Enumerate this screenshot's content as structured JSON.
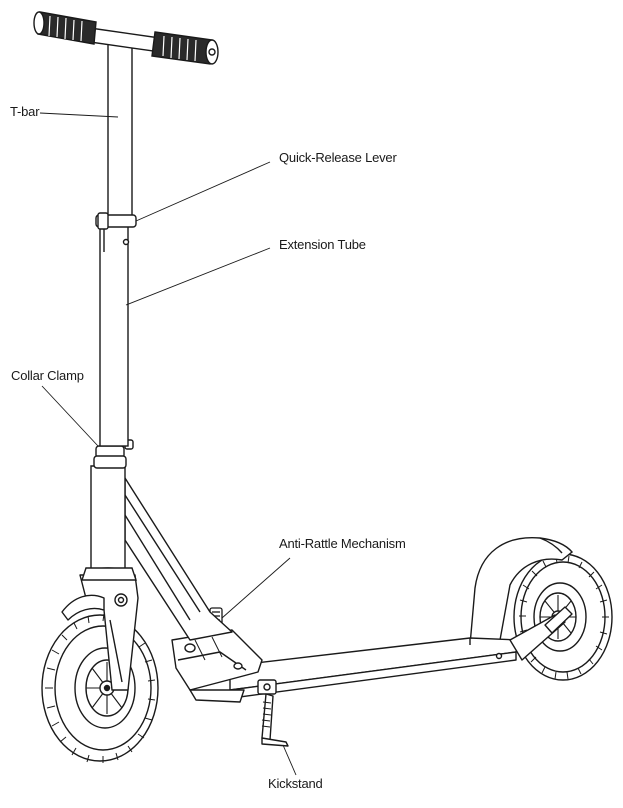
{
  "diagram": {
    "subject": "kick scooter",
    "callouts": {
      "t_bar": "T-bar",
      "quick_release_lever": "Quick-Release Lever",
      "extension_tube": "Extension Tube",
      "collar_clamp": "Collar Clamp",
      "anti_rattle": "Anti-Rattle Mechanism",
      "kickstand": "Kickstand"
    }
  },
  "colors": {
    "line": "#1a1a1a",
    "fill": "#ffffff",
    "grip": "#2a2a2a",
    "tire_tread": "#3a3a3a"
  }
}
